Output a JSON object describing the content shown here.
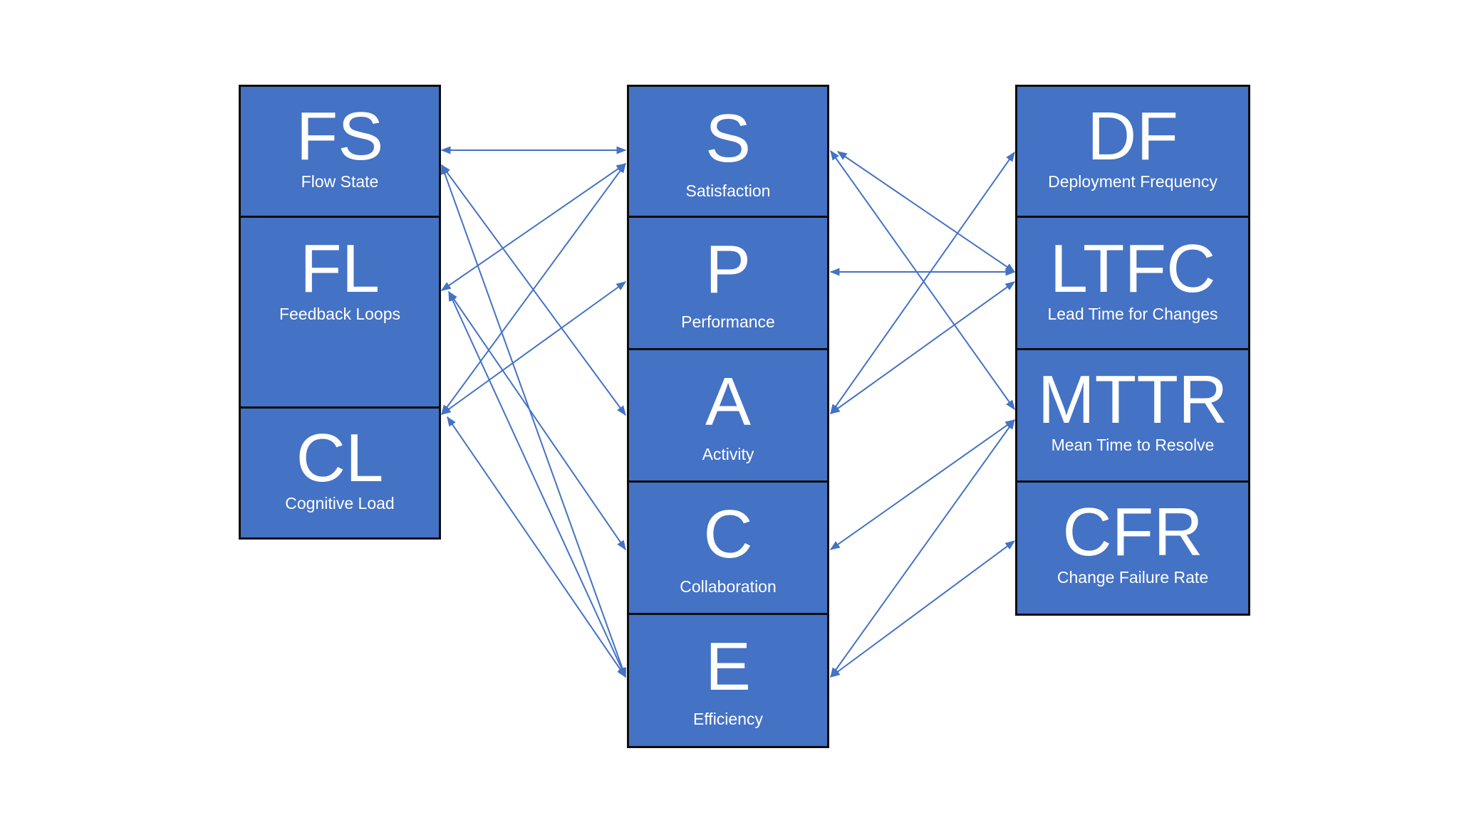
{
  "colors": {
    "box_fill": "#4472c4",
    "box_border": "#0d0d0d",
    "arrow": "#4472c4",
    "text": "#ffffff",
    "background": "#ffffff"
  },
  "left_column": [
    {
      "id": "FS",
      "abbr": "FS",
      "label": "Flow State"
    },
    {
      "id": "FL",
      "abbr": "FL",
      "label": "Feedback Loops"
    },
    {
      "id": "CL",
      "abbr": "CL",
      "label": "Cognitive Load"
    }
  ],
  "middle_column": [
    {
      "id": "S",
      "abbr": "S",
      "label": "Satisfaction"
    },
    {
      "id": "P",
      "abbr": "P",
      "label": "Performance"
    },
    {
      "id": "A",
      "abbr": "A",
      "label": "Activity"
    },
    {
      "id": "C",
      "abbr": "C",
      "label": "Collaboration"
    },
    {
      "id": "E",
      "abbr": "E",
      "label": "Efficiency"
    }
  ],
  "right_column": [
    {
      "id": "DF",
      "abbr": "DF",
      "label": "Deployment Frequency"
    },
    {
      "id": "LTFC",
      "abbr": "LTFC",
      "label": "Lead Time for Changes"
    },
    {
      "id": "MTTR",
      "abbr": "MTTR",
      "label": "Mean Time to Resolve"
    },
    {
      "id": "CFR",
      "abbr": "CFR",
      "label": "Change Failure Rate"
    }
  ],
  "connections": [
    {
      "from": "FS",
      "to": "S"
    },
    {
      "from": "FS",
      "to": "A"
    },
    {
      "from": "FS",
      "to": "E"
    },
    {
      "from": "FL",
      "to": "S"
    },
    {
      "from": "FL",
      "to": "C"
    },
    {
      "from": "FL",
      "to": "E"
    },
    {
      "from": "CL",
      "to": "S"
    },
    {
      "from": "CL",
      "to": "P"
    },
    {
      "from": "CL",
      "to": "E"
    },
    {
      "from": "S",
      "to": "LTFC"
    },
    {
      "from": "S",
      "to": "MTTR"
    },
    {
      "from": "P",
      "to": "LTFC"
    },
    {
      "from": "A",
      "to": "DF"
    },
    {
      "from": "A",
      "to": "LTFC"
    },
    {
      "from": "C",
      "to": "MTTR"
    },
    {
      "from": "E",
      "to": "MTTR"
    },
    {
      "from": "E",
      "to": "CFR"
    }
  ]
}
